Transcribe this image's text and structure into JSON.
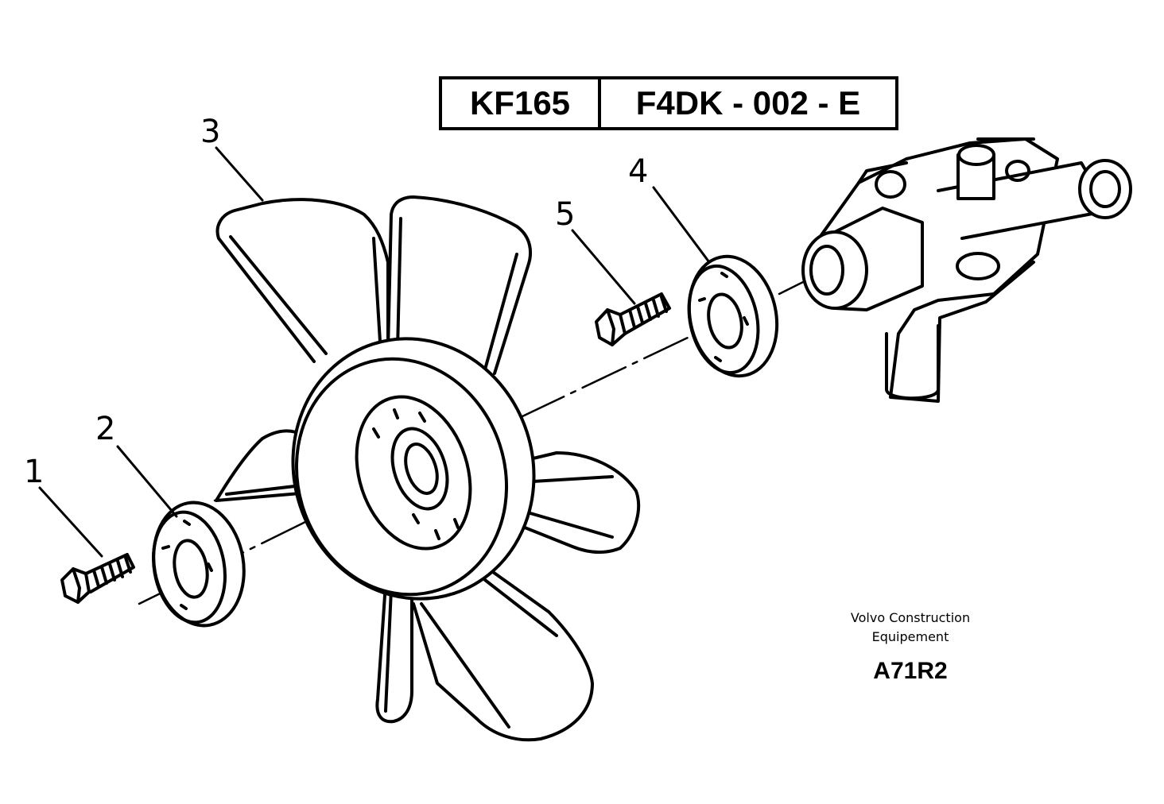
{
  "header": {
    "model": "KF165",
    "reference": "F4DK - 002 - E"
  },
  "callouts": [
    "1",
    "2",
    "3",
    "4",
    "5"
  ],
  "credit": {
    "line1": "Volvo Construction",
    "line2": "Equipement",
    "code": "A71R2"
  },
  "colors": {
    "ink": "#000000",
    "paper": "#ffffff"
  }
}
